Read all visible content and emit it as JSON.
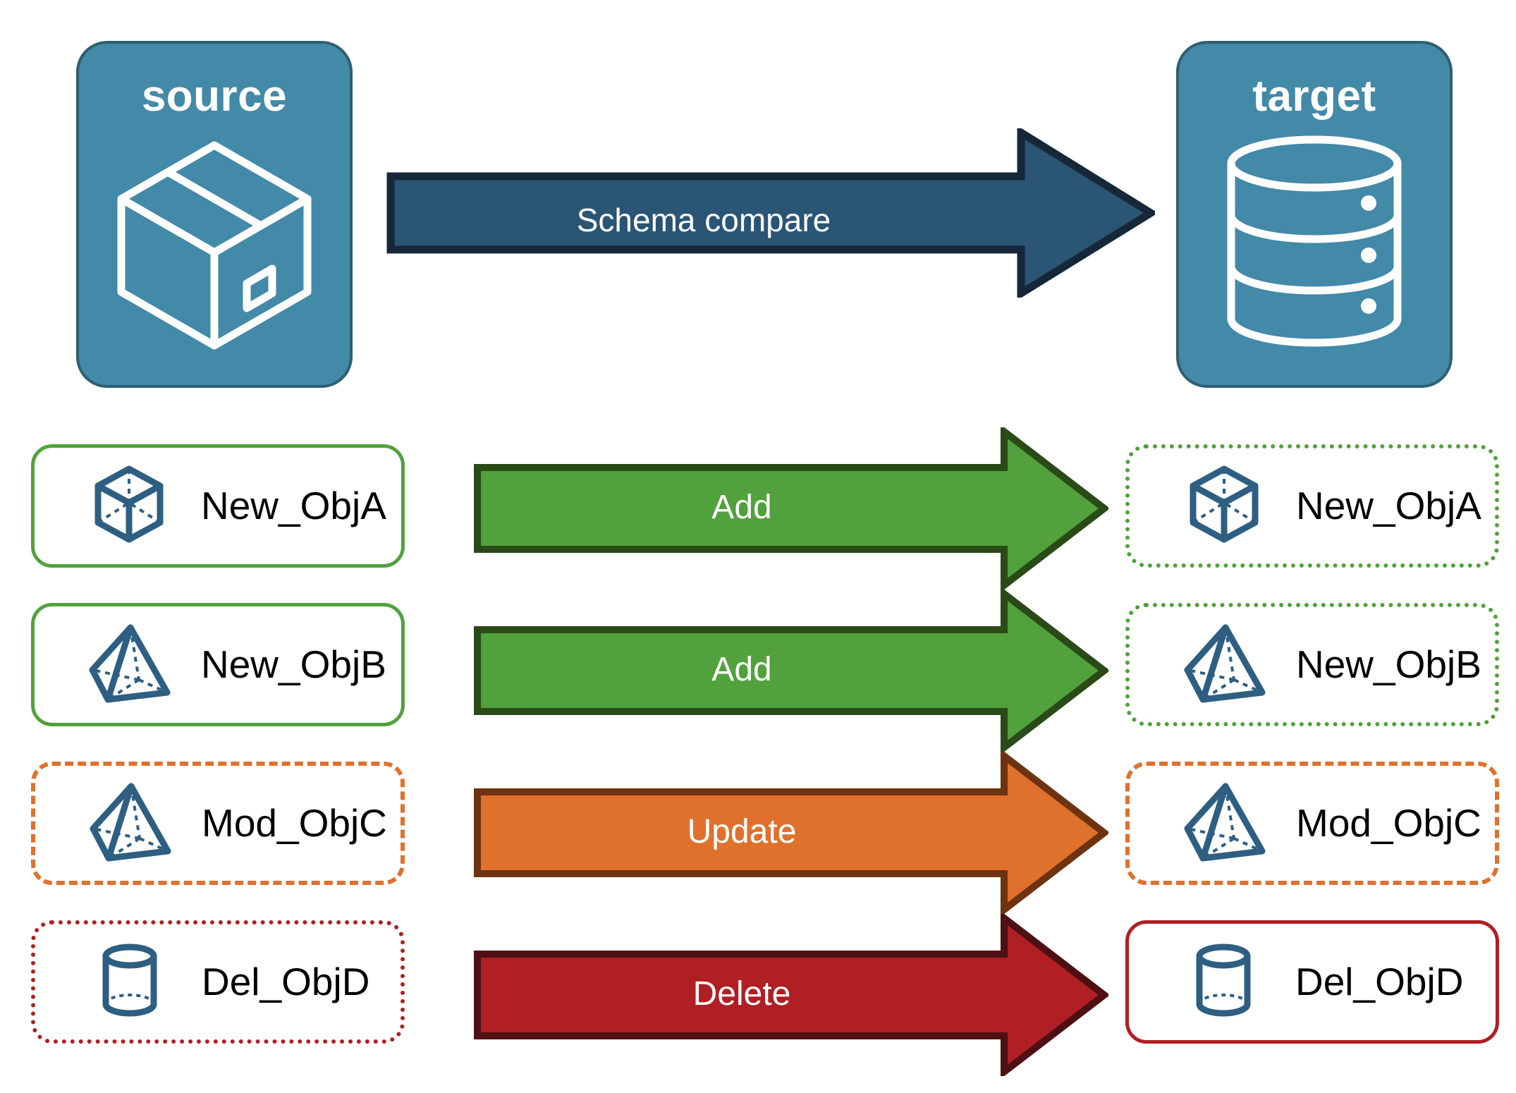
{
  "diagram": {
    "title": "Schema compare source to target",
    "background": "#ffffff"
  },
  "endpoints": {
    "source": {
      "label": "source",
      "icon": "package-box-icon",
      "fill": "#4389A8",
      "stroke": "#2F5E72"
    },
    "target": {
      "label": "target",
      "icon": "database-cylinder-icon",
      "fill": "#4389A8",
      "stroke": "#2F5E72"
    }
  },
  "main_arrow": {
    "label": "Schema compare",
    "fill": "#2A5574",
    "stroke": "#16273A",
    "text_color": "#ffffff"
  },
  "colors": {
    "green": "#51A13C",
    "green_dark": "#2A4A18",
    "orange": "#E0712C",
    "orange_dark": "#6E3310",
    "red": "#B01F24",
    "red_dark": "#4E1012",
    "blue_icon": "#2E5F82",
    "teal": "#4389A8",
    "navy": "#2A5574"
  },
  "rows": [
    {
      "action": "Add",
      "arrow_fill": "#51A13C",
      "arrow_stroke": "#2A4A18",
      "source": {
        "label": "New_ObjA",
        "icon": "cube-wireframe-icon",
        "border_style": "solid",
        "border_color": "#51A13C"
      },
      "target": {
        "label": "New_ObjA",
        "icon": "cube-wireframe-icon",
        "border_style": "dotted",
        "border_color": "#51A13C"
      }
    },
    {
      "action": "Add",
      "arrow_fill": "#51A13C",
      "arrow_stroke": "#2A4A18",
      "source": {
        "label": "New_ObjB",
        "icon": "pyramid-wireframe-icon",
        "border_style": "solid",
        "border_color": "#51A13C"
      },
      "target": {
        "label": "New_ObjB",
        "icon": "pyramid-wireframe-icon",
        "border_style": "dotted",
        "border_color": "#51A13C"
      }
    },
    {
      "action": "Update",
      "arrow_fill": "#E0712C",
      "arrow_stroke": "#6E3310",
      "source": {
        "label": "Mod_ObjC",
        "icon": "pyramid-wireframe-icon",
        "border_style": "dashed",
        "border_color": "#E0712C"
      },
      "target": {
        "label": "Mod_ObjC",
        "icon": "pyramid-wireframe-icon",
        "border_style": "dashed",
        "border_color": "#E0712C"
      }
    },
    {
      "action": "Delete",
      "arrow_fill": "#B01F24",
      "arrow_stroke": "#4E1012",
      "source": {
        "label": "Del_ObjD",
        "icon": "cylinder-wireframe-icon",
        "border_style": "dotted",
        "border_color": "#B01F24"
      },
      "target": {
        "label": "Del_ObjD",
        "icon": "cylinder-wireframe-icon",
        "border_style": "solid",
        "border_color": "#B01F24"
      }
    }
  ]
}
